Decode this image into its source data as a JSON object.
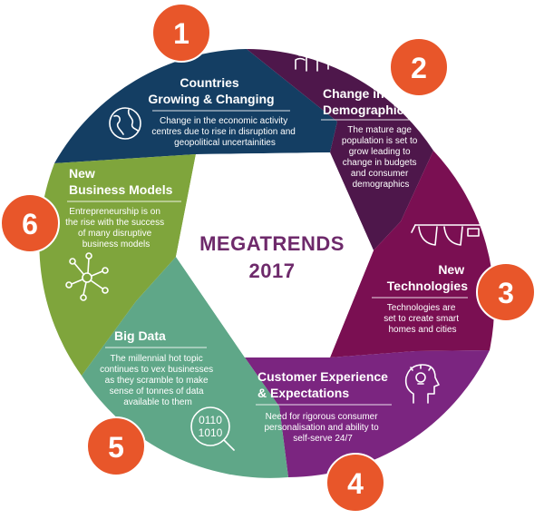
{
  "center": {
    "line1": "MEGATRENDS",
    "line2": "2017"
  },
  "colors": {
    "navy": "#143e63",
    "plum": "#4e174b",
    "magenta": "#7a0f52",
    "purple": "#7b2580",
    "teal": "#5fa788",
    "green": "#7fa53c",
    "orange": "#e8562a",
    "center_text": "#6e2a6b"
  },
  "trends": [
    {
      "number": "1",
      "title": [
        "Countries",
        "Growing & Changing"
      ],
      "body": [
        "Change in the economic activity",
        "centres due to rise in disruption and",
        "geopolitical uncertainities"
      ],
      "icon": "globe-icon"
    },
    {
      "number": "2",
      "title": [
        "Change in",
        "Demographics"
      ],
      "body": [
        "The mature age",
        "population is set to",
        "grow leading to",
        "change in budgets",
        "and consumer",
        "demographics"
      ],
      "icon": "people-icon"
    },
    {
      "number": "3",
      "title": [
        "New",
        "Technologies"
      ],
      "body": [
        "Technologies are",
        "set to create smart",
        "homes and cities"
      ],
      "icon": "smart-glasses-icon"
    },
    {
      "number": "4",
      "title": [
        "Customer Experience",
        "& Expectations"
      ],
      "body": [
        "Need for rigorous consumer",
        "personalisation and ability to",
        "self-serve 24/7"
      ],
      "icon": "head-idea-icon"
    },
    {
      "number": "5",
      "title": [
        "Big Data"
      ],
      "body": [
        "The millennial hot topic",
        "continues to vex businesses",
        "as they scramble to make",
        "sense of tonnes of data",
        "available to them"
      ],
      "icon": "binary-search-icon",
      "icon_text": [
        "0110",
        "1010"
      ]
    },
    {
      "number": "6",
      "title": [
        "New",
        "Business Models"
      ],
      "body": [
        "Entrepreneurship is on",
        "the rise with the success",
        "of many disruptive",
        "business models"
      ],
      "icon": "network-icon"
    }
  ]
}
